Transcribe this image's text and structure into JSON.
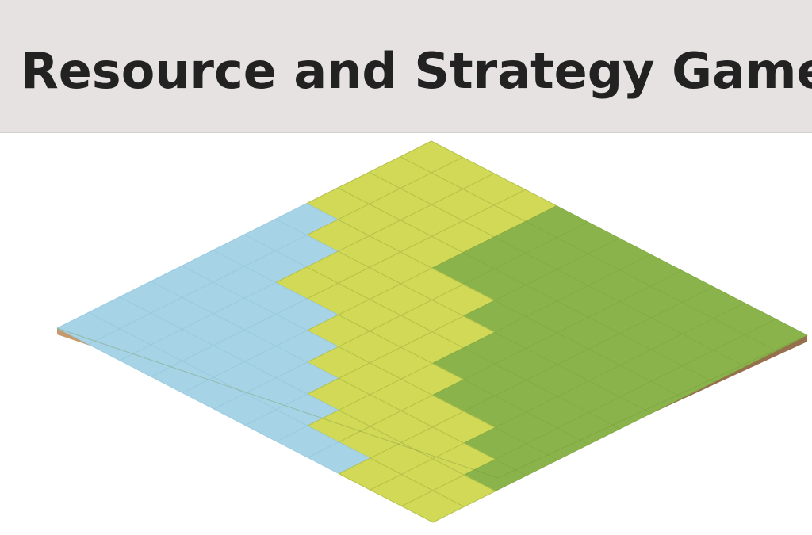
{
  "header": {
    "title": "Resource and Strategy Game"
  },
  "board": {
    "grid_size": 12,
    "terrain_types": [
      "water",
      "sand",
      "grass"
    ],
    "colors": {
      "water": "#a6d3e6",
      "sand": "#d2d957",
      "grass": "#8ab44b",
      "soil_left": "#c79a6c",
      "soil_right": "#96704c",
      "grid_line_water": "#98c9de",
      "grid_line_sand": "#b6c24a",
      "grid_line_grass": "#82aa45",
      "header_bg": "#e6e2e1",
      "title_text": "#222222"
    },
    "row_terrain_boundaries": [
      {
        "sand_from": 0,
        "grass_from": 4
      },
      {
        "sand_from": 0,
        "grass_from": 4
      },
      {
        "sand_from": 0,
        "grass_from": 4
      },
      {
        "sand_from": 0,
        "grass_from": 4
      },
      {
        "sand_from": 1,
        "grass_from": 6
      },
      {
        "sand_from": 2,
        "grass_from": 7
      },
      {
        "sand_from": 2,
        "grass_from": 7
      },
      {
        "sand_from": 4,
        "grass_from": 8
      },
      {
        "sand_from": 5,
        "grass_from": 10
      },
      {
        "sand_from": 6,
        "grass_from": 11
      },
      {
        "sand_from": 7,
        "grass_from": 12
      },
      {
        "sand_from": 9,
        "grass_from": 12
      }
    ]
  }
}
